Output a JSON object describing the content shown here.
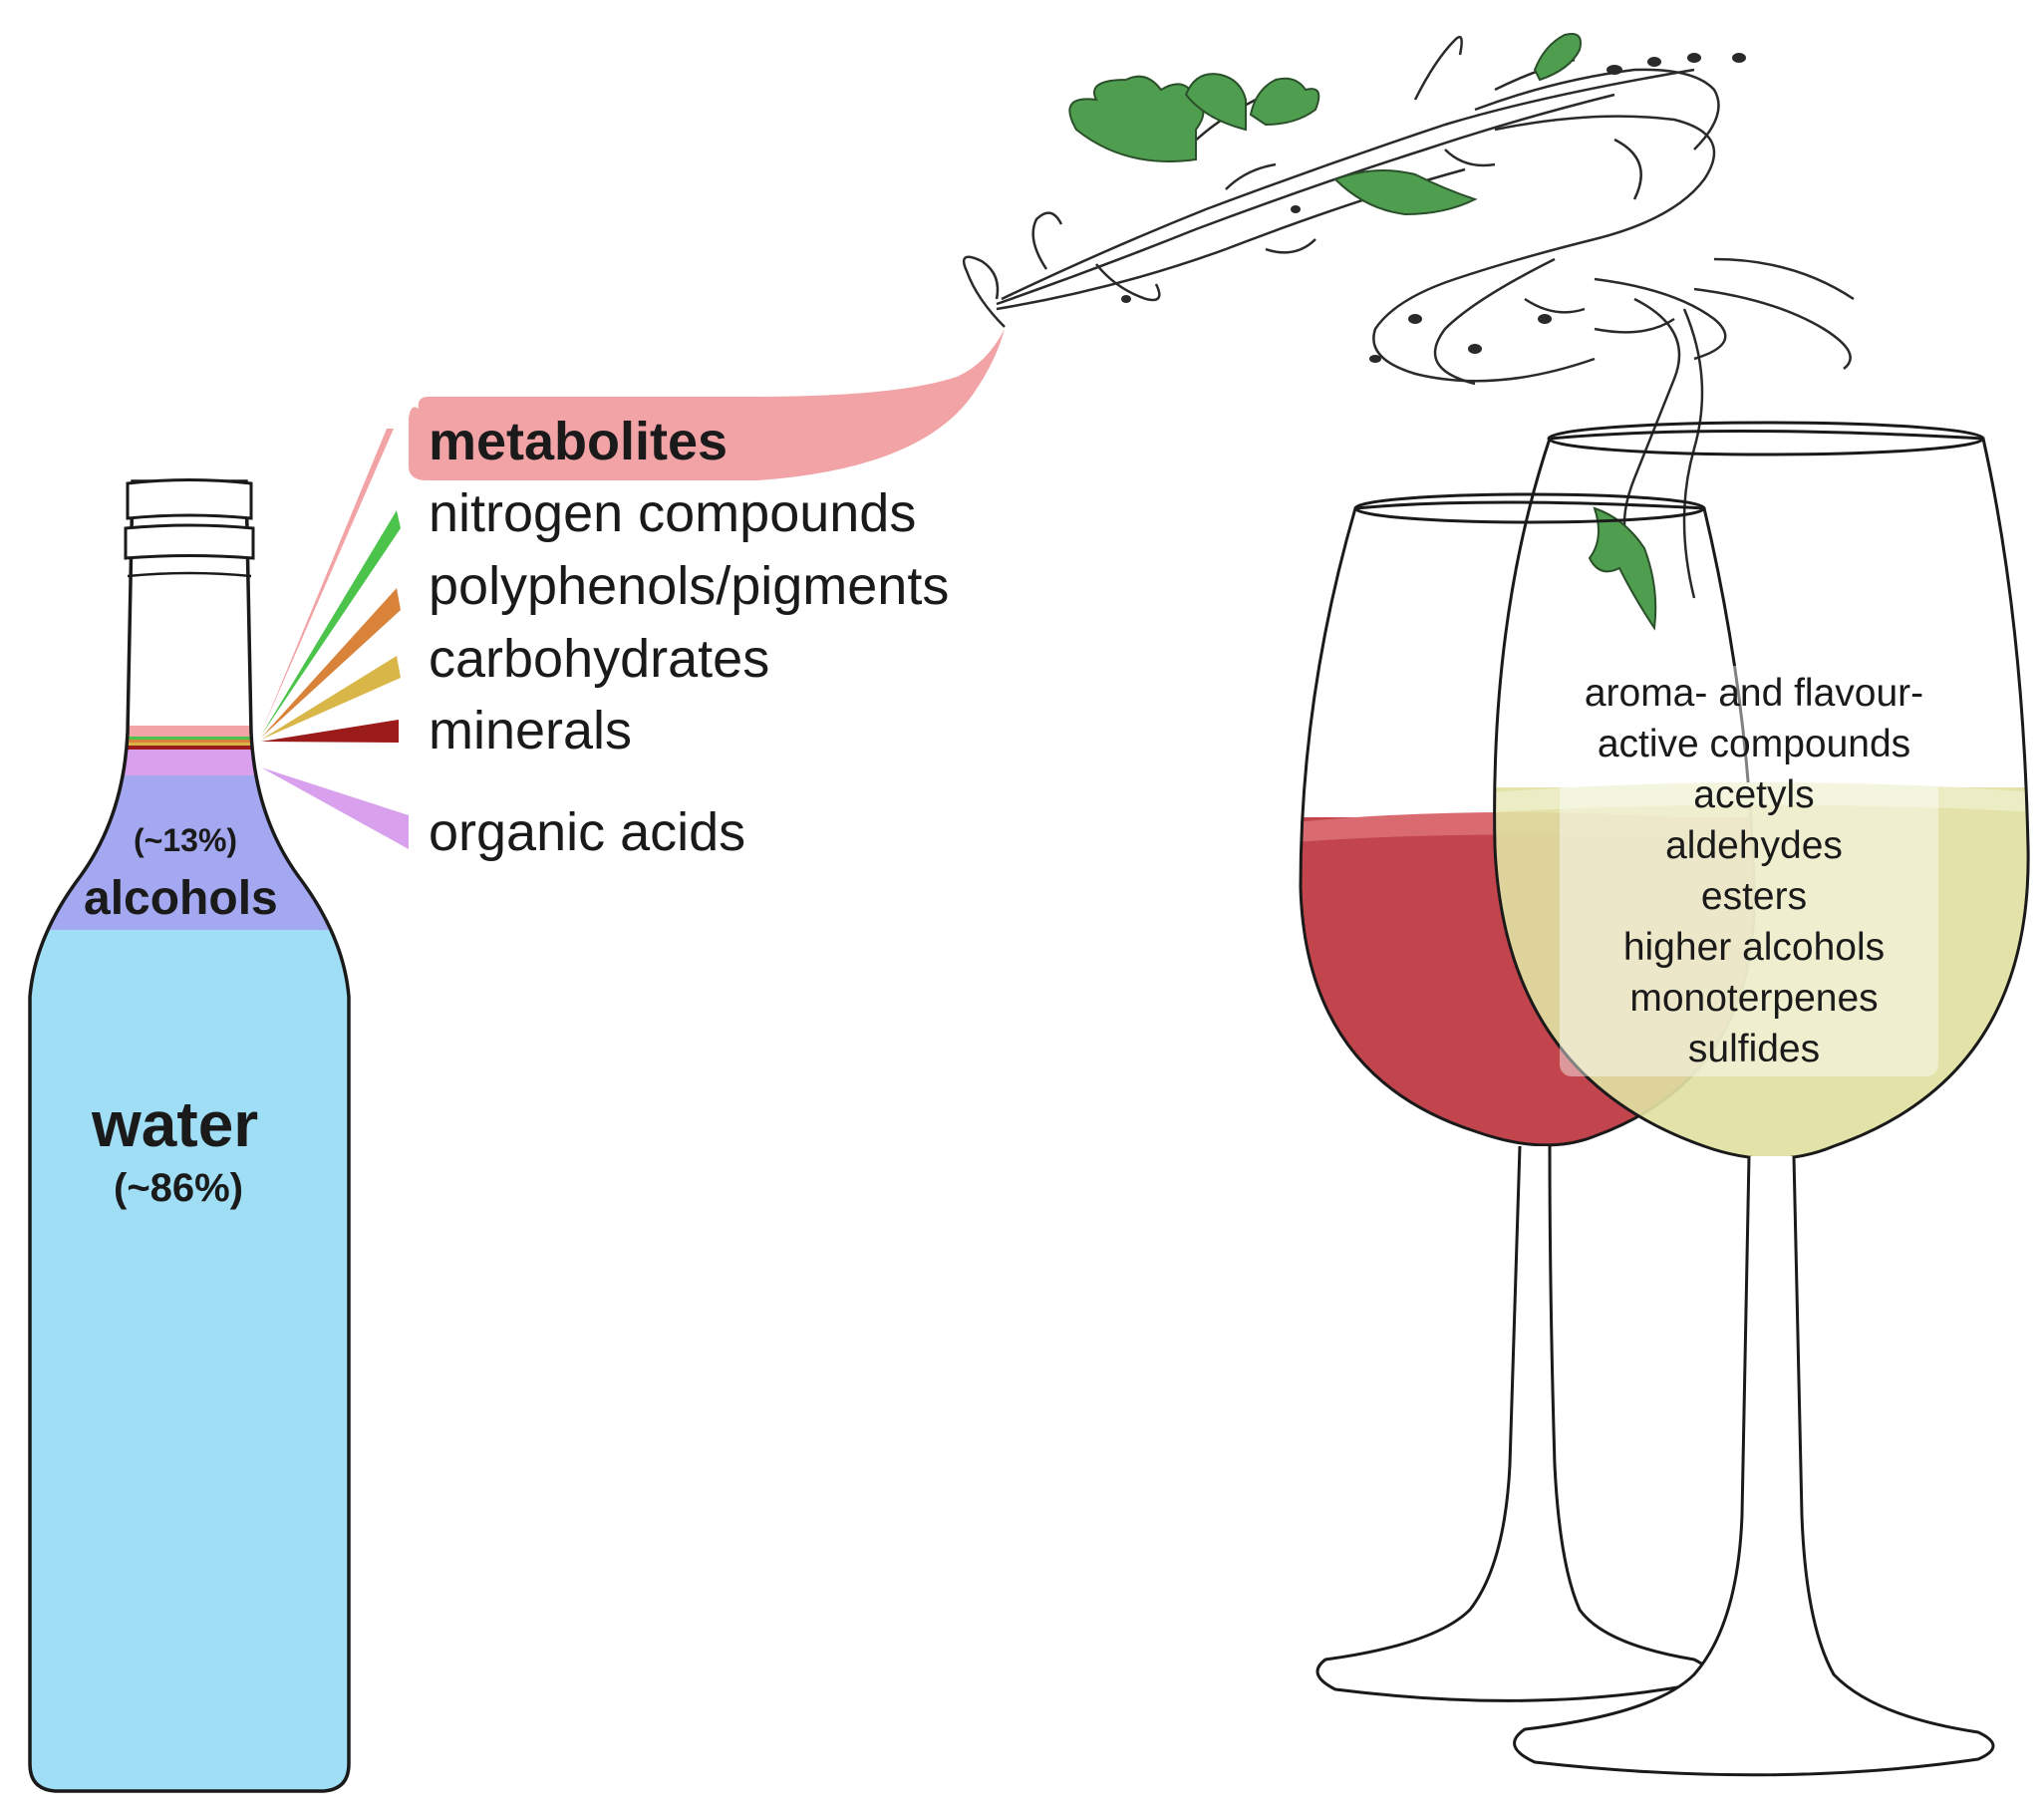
{
  "bottle": {
    "water_label": "water",
    "water_pct": "(~86%)",
    "alcohols_label": "alcohols",
    "alcohols_pct": "(~13%)"
  },
  "components": [
    {
      "label": "metabolites",
      "color": "#f2a3a6"
    },
    {
      "label": "nitrogen compounds",
      "color": "#4cc44c"
    },
    {
      "label": "polyphenols/pigments",
      "color": "#d9823a"
    },
    {
      "label": "carbohydrates",
      "color": "#d9b648"
    },
    {
      "label": "minerals",
      "color": "#9c1c1c"
    },
    {
      "label": "organic acids",
      "color": "#d9a0ee"
    }
  ],
  "aroma": {
    "lines": [
      "aroma- and flavour-",
      "active compounds",
      "acetyls",
      "aldehydes",
      "esters",
      "higher alcohols",
      "monoterpenes",
      "sulfides"
    ]
  },
  "colors": {
    "water": "#9fdef5",
    "alcohols": "#a3a8f0",
    "red_wine": "#c2444c",
    "white_wine": "#dfe0a2",
    "leaf": "#4f9e4f"
  }
}
